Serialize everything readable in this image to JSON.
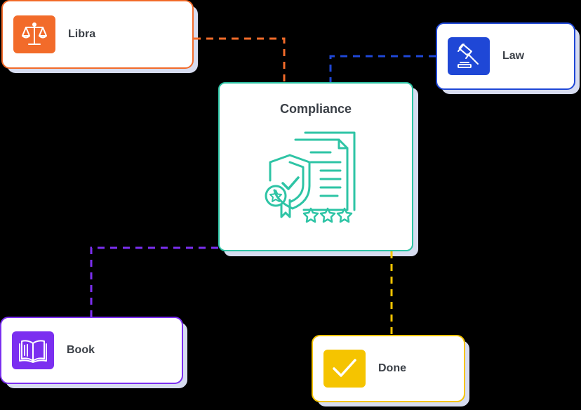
{
  "diagram": {
    "center": {
      "title": "Compliance",
      "icon": "compliance-document-shield-icon",
      "color": "#2ec4a5"
    },
    "nodes": [
      {
        "id": "libra",
        "label": "Libra",
        "icon": "scales-icon",
        "color": "#f26b2a"
      },
      {
        "id": "law",
        "label": "Law",
        "icon": "gavel-icon",
        "color": "#1f47d6"
      },
      {
        "id": "book",
        "label": "Book",
        "icon": "open-book-icon",
        "color": "#7b2ff0"
      },
      {
        "id": "done",
        "label": "Done",
        "icon": "checkmark-icon",
        "color": "#f5c400"
      }
    ]
  }
}
